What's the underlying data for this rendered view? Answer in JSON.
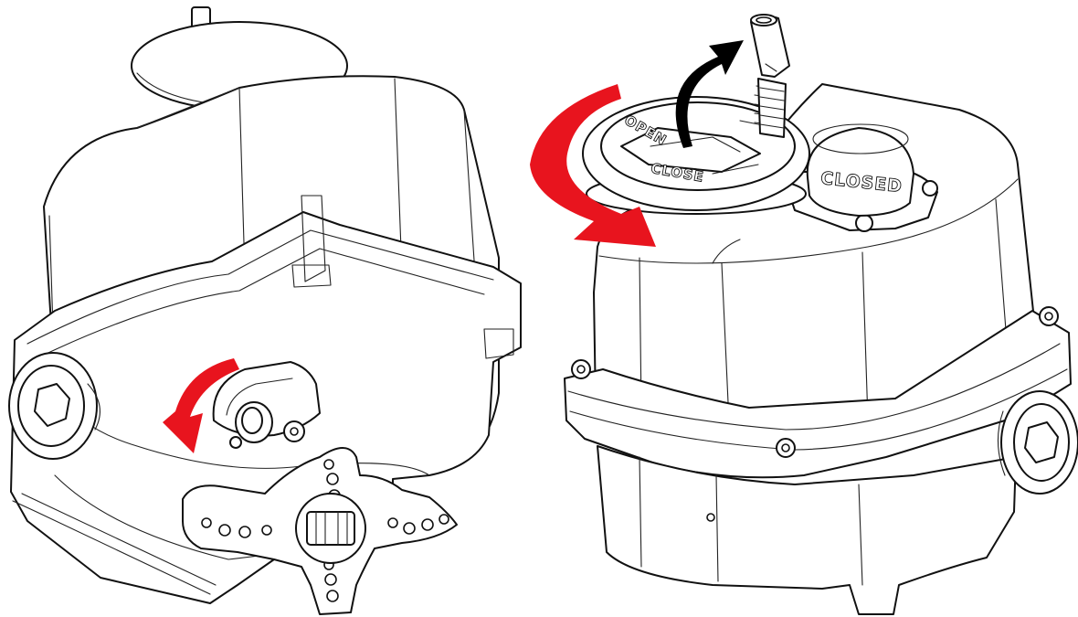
{
  "indicator": {
    "open_label": "OPEN",
    "close_label": "CLOSE",
    "status_label": "CLOSED"
  },
  "colors": {
    "outline": "#111111",
    "rotation_arrow": "#e8141e",
    "lift_arrow": "#000000",
    "background": "#ffffff"
  },
  "icons": {
    "left_rotation": "curved-arrow-icon",
    "right_rotation": "curved-arrow-icon",
    "lift": "curved-arrow-up-icon"
  }
}
